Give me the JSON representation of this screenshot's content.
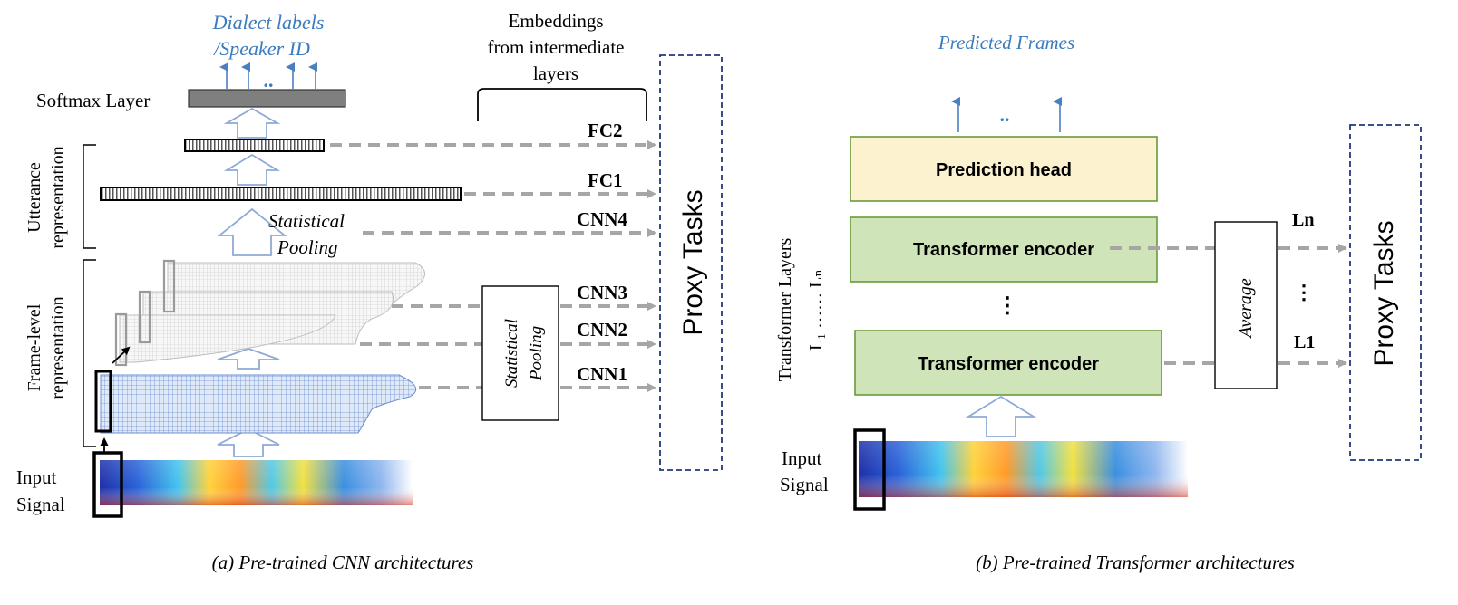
{
  "left": {
    "output_labels": [
      "Dialect  labels",
      "/Speaker ID"
    ],
    "output_dots": "..",
    "softmax_label": "Softmax Layer",
    "embeddings_header": [
      "Embeddings",
      "from intermediate",
      "layers"
    ],
    "utterance_label": [
      "Utterance",
      "representation"
    ],
    "frame_label": [
      "Frame-level",
      "representation"
    ],
    "stat_pooling_label": [
      "Statistical",
      "Pooling"
    ],
    "stat_pooling_box": [
      "Statistical",
      "Pooling"
    ],
    "input_label": [
      "Input",
      "Signal"
    ],
    "layer_labels": [
      "FC2",
      "FC1",
      "CNN4",
      "CNN3",
      "CNN2",
      "CNN1"
    ],
    "proxy_label": "Proxy Tasks",
    "caption": "(a) Pre-trained CNN architectures"
  },
  "right": {
    "output_label": "Predicted Frames",
    "output_dots": "..",
    "prediction_head": "Prediction head",
    "encoder_top": "Transformer encoder",
    "encoder_bottom": "Transformer encoder",
    "vdots": "⋮",
    "layers_label": "Transformer Layers",
    "layers_range": "L₁ …… Lₙ",
    "average_label": "Average",
    "ln_label": "Ln",
    "l1_label": "L1",
    "mid_dots": "⋮",
    "input_label": [
      "Input",
      "Signal"
    ],
    "proxy_label": "Proxy Tasks",
    "caption": "(b) Pre-trained Transformer architectures"
  },
  "colors": {
    "accent_text": "#3b7bbf",
    "arrow_blue": "#4a7fc1",
    "dash_gray": "#a6a6a6",
    "proxy_border": "#1f3a7a",
    "pred_head_fill": "#fdf2d0",
    "encoder_fill": "#cfe5b9",
    "encoder_border": "#6a9a3a",
    "softmax_fill": "#7f7f7f"
  }
}
